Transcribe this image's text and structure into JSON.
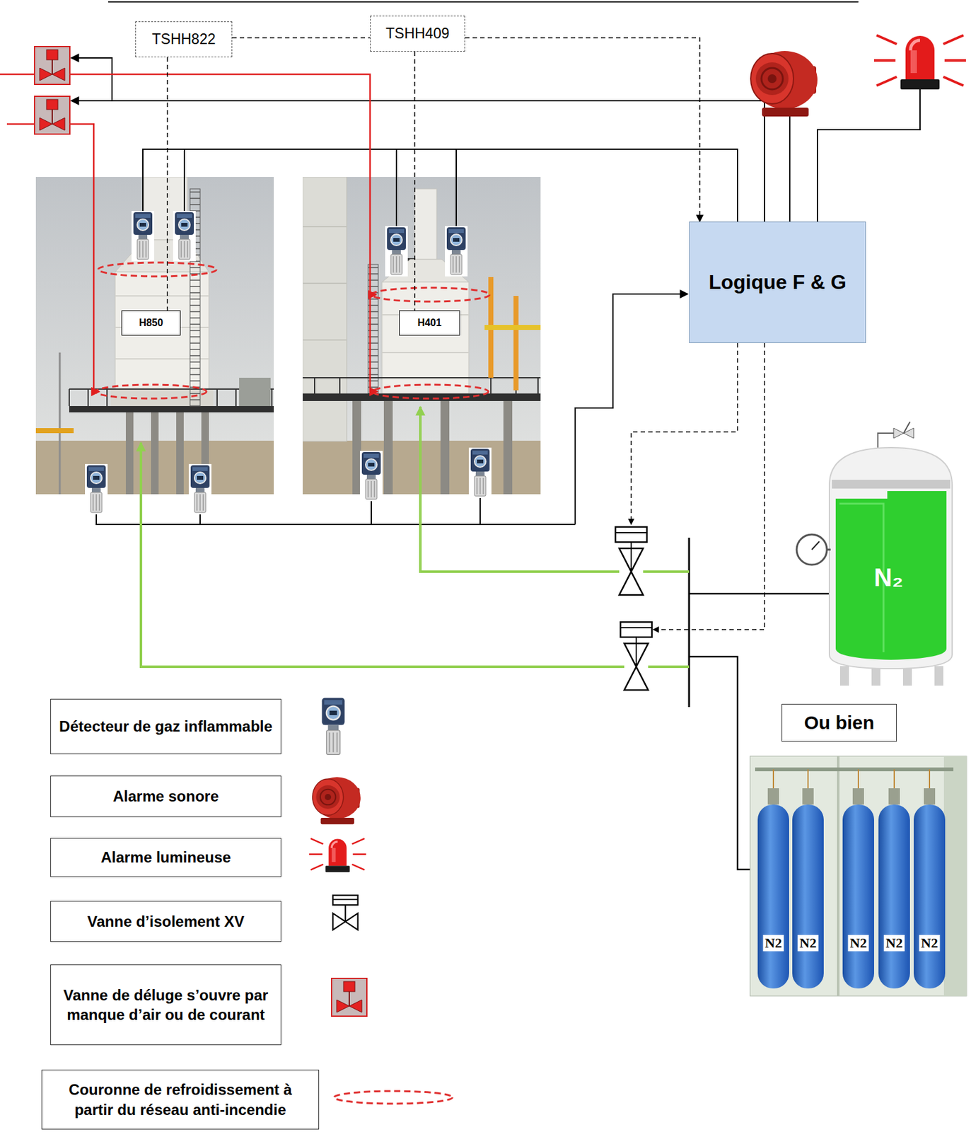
{
  "diagram": {
    "nodes": [
      {
        "text": [
          "TSHH822"
        ]
      },
      {
        "text": [
          "TSHH409"
        ]
      },
      {
        "text": [
          "H850"
        ]
      },
      {
        "text": [
          "H401"
        ]
      },
      {
        "text": [
          "Logique F & G"
        ]
      },
      {
        "text": [
          "Ou bien"
        ]
      }
    ],
    "edges": [
      {
        "from": 0,
        "to": 1,
        "arrow": "none"
      },
      {
        "from": 1,
        "to": 4,
        "arrow": "to"
      },
      {
        "from": 0,
        "to": 2,
        "arrow": "none"
      },
      {
        "from": 1,
        "to": 3,
        "arrow": "none"
      }
    ],
    "labels": [
      "N₂",
      "N2",
      "N2",
      "N2",
      "N2",
      "N2"
    ],
    "legend": [
      {
        "text": "Détecteur de gaz inflammable"
      },
      {
        "text": "Alarme sonore"
      },
      {
        "text": "Alarme lumineuse"
      },
      {
        "text": "Vanne d’isolement XV"
      },
      {
        "text": "Vanne de déluge s’ouvre par manque d’air ou de courant"
      },
      {
        "text": "Couronne de refroidissement à partir du réseau anti-incendie"
      }
    ]
  }
}
